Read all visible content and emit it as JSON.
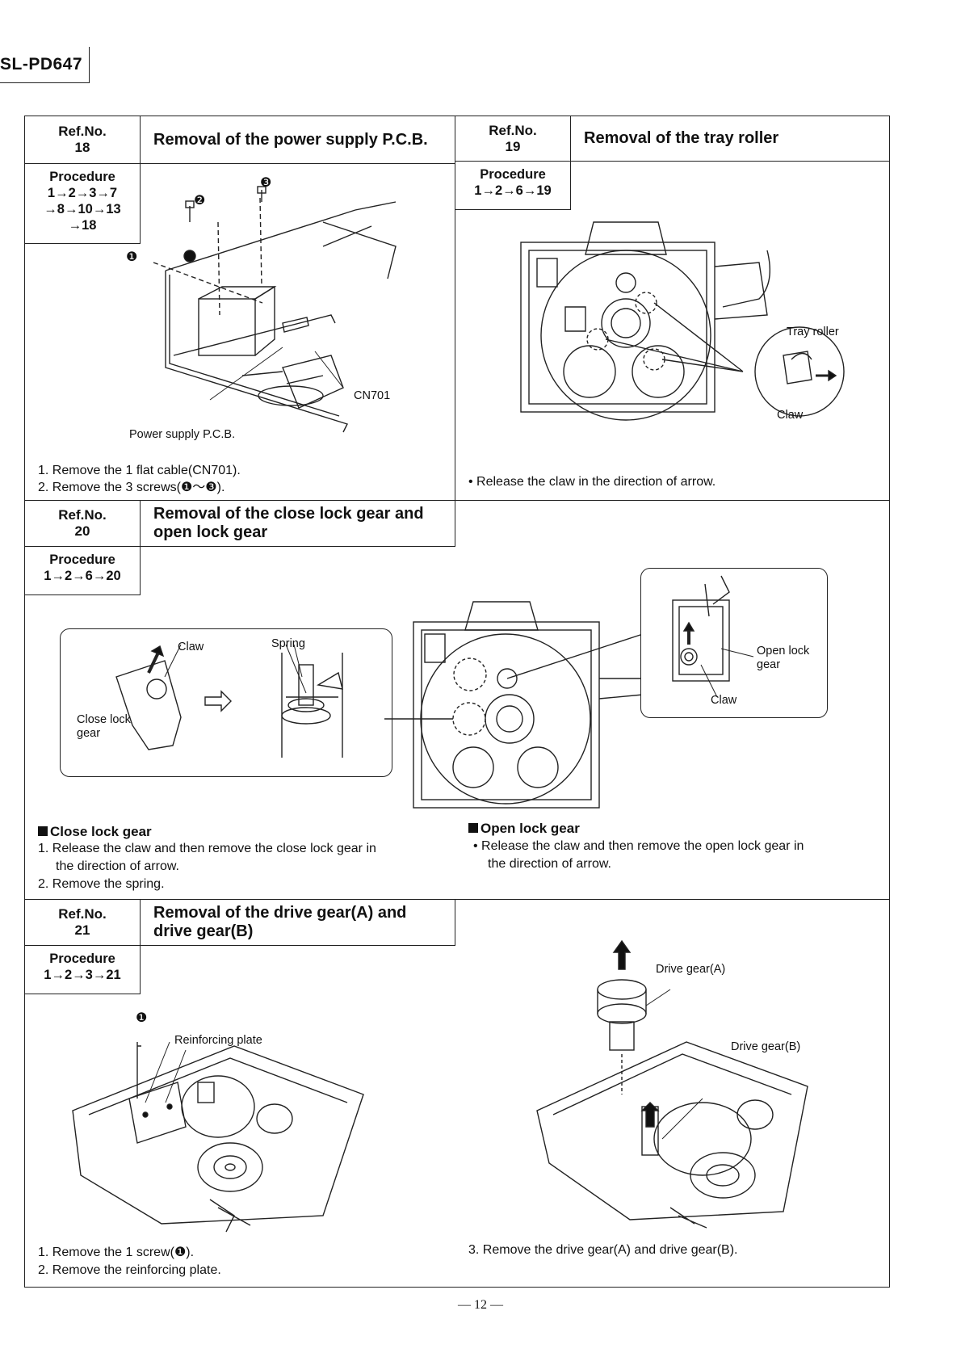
{
  "header": {
    "model": "SL-PD647"
  },
  "sections": {
    "s18": {
      "ref_label": "Ref.No.",
      "ref_no": "18",
      "title": "Removal of the power supply P.C.B.",
      "procedure_label": "Procedure",
      "procedure_lines": [
        "1→2→3→7",
        "→8→10→13",
        "→18"
      ],
      "labels": {
        "cn": "CN701",
        "pcb": "Power supply P.C.B.",
        "screw1": "❶",
        "screw2": "❷",
        "screw3": "❸"
      },
      "steps": [
        "1. Remove the 1 flat cable(CN701).",
        "2. Remove the 3 screws(❶～❸)."
      ]
    },
    "s19": {
      "ref_label": "Ref.No.",
      "ref_no": "19",
      "title": "Removal of the tray roller",
      "procedure_label": "Procedure",
      "procedure_lines": [
        "1→2→6→19"
      ],
      "labels": {
        "tray_roller": "Tray roller",
        "claw": "Claw"
      },
      "steps": [
        "• Release the claw in the direction of arrow."
      ]
    },
    "s20": {
      "ref_label": "Ref.No.",
      "ref_no": "20",
      "title_lines": [
        "Removal of the close lock gear and",
        "open lock gear"
      ],
      "procedure_label": "Procedure",
      "procedure_lines": [
        "1→2→6→20"
      ],
      "labels": {
        "claw_left": "Claw",
        "spring": "Spring",
        "close_lock_gear": [
          "Close lock",
          "gear"
        ],
        "open_lock_gear": [
          "Open lock",
          "gear"
        ],
        "claw_right": "Claw"
      },
      "close_heading": "Close lock gear",
      "close_steps": [
        "1. Release the claw and then remove the close lock gear in",
        "the direction of arrow.",
        "2. Remove the spring."
      ],
      "open_heading": "Open lock gear",
      "open_steps": [
        "• Release the claw and then remove the open lock gear in",
        "the direction of arrow."
      ]
    },
    "s21": {
      "ref_label": "Ref.No.",
      "ref_no": "21",
      "title_lines": [
        "Removal of the drive gear(A) and",
        "drive gear(B)"
      ],
      "procedure_label": "Procedure",
      "procedure_lines": [
        "1→2→3→21"
      ],
      "labels": {
        "reinforcing_plate": "Reinforcing plate",
        "screw1": "❶",
        "drive_gear_a": "Drive gear(A)",
        "drive_gear_b": "Drive gear(B)"
      },
      "steps_left": [
        "1. Remove the 1 screw(❶).",
        "2. Remove the reinforcing plate."
      ],
      "steps_right": [
        "3. Remove the drive gear(A) and drive gear(B)."
      ]
    }
  },
  "footer": {
    "page": "— 12 —"
  }
}
